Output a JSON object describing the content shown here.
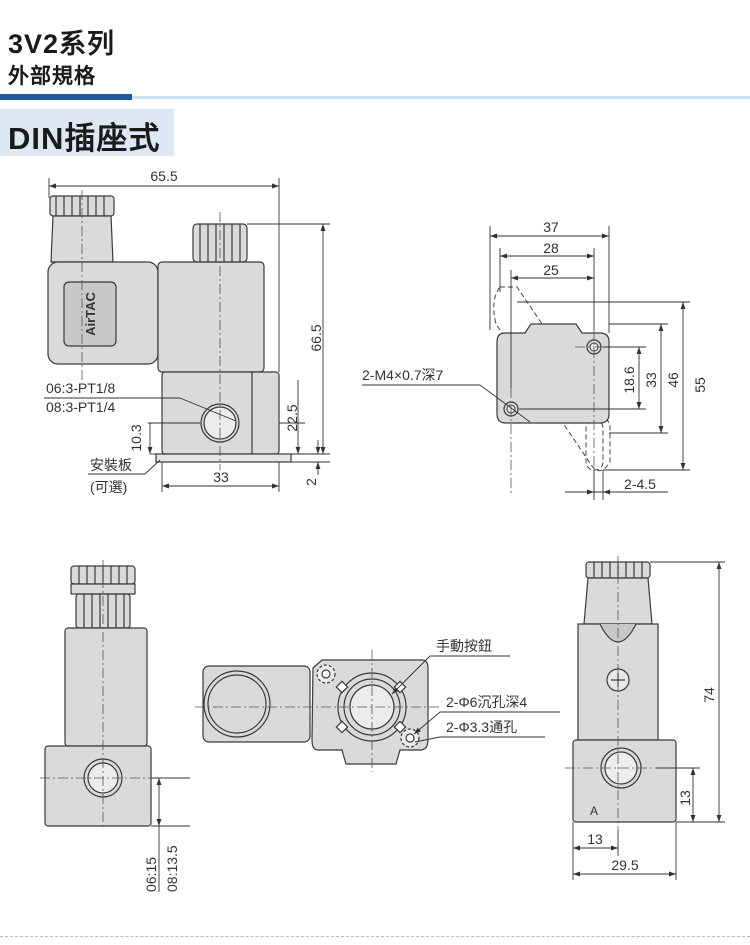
{
  "header": {
    "title": "3V2系列",
    "subtitle": "外部規格",
    "section": "DIN插座式"
  },
  "colors": {
    "accent": "#1e5aa6",
    "accent_light": "#cfe0f2",
    "section_bg": "#dde8f4",
    "body_fill": "#d9dadc",
    "outline": "#3a3a3a"
  },
  "side_view": {
    "dim_top": "65.5",
    "dim_height": "66.5",
    "dim_port": "22.5",
    "dim_base": "10.3",
    "dim_width": "33",
    "dim_plate": "2",
    "port_label_1": "06:3-PT1/8",
    "port_label_2": "08:3-PT1/4",
    "plate_label": "安裝板",
    "plate_note": "(可選)",
    "logo_text": "AirTAC"
  },
  "mount_view": {
    "dim_37": "37",
    "dim_28": "28",
    "dim_25": "25",
    "dim_18_6": "18.6",
    "dim_33": "33",
    "dim_46": "46",
    "dim_55": "55",
    "thread_label": "2-M4×0.7深7",
    "offset_label": "2-4.5"
  },
  "front_view": {
    "port_label_1": "06:15",
    "port_label_2": "08:13.5"
  },
  "top_view": {
    "manual_label": "手動按鈕",
    "counterbore_label": "2-Φ6沉孔深4",
    "through_label": "2-Φ3.3通孔"
  },
  "right_view": {
    "dim_74": "74",
    "dim_13_v": "13",
    "dim_13_h": "13",
    "dim_29_5": "29.5",
    "port_mark": "A"
  }
}
